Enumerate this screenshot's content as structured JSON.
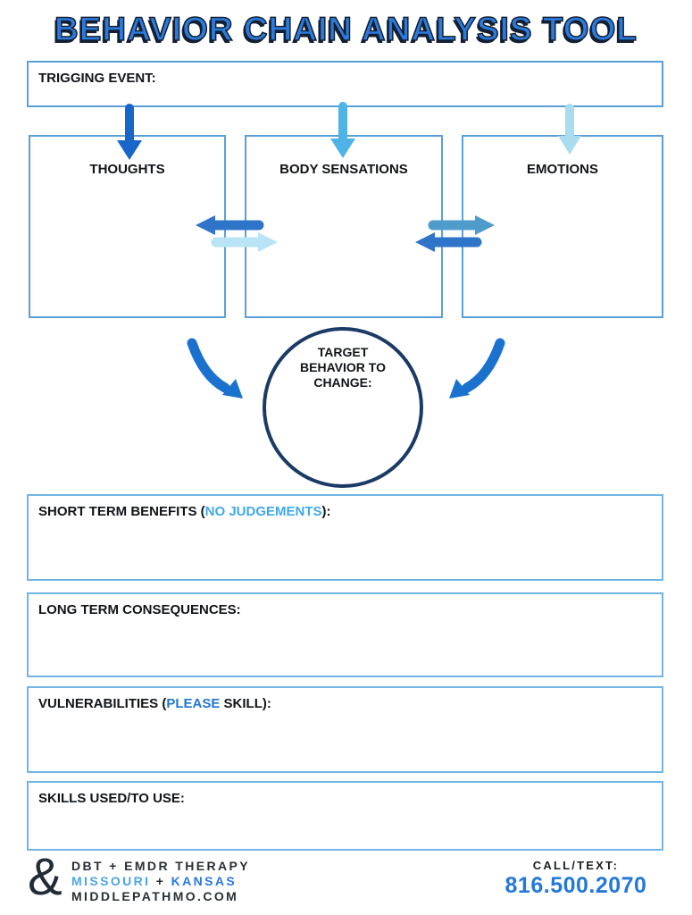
{
  "page": {
    "title": "BEHAVIOR CHAIN ANALYSIS TOOL"
  },
  "trigger": {
    "label": "TRIGGING EVENT:"
  },
  "columns": [
    {
      "label": "THOUGHTS"
    },
    {
      "label": "BODY SENSATIONS"
    },
    {
      "label": "EMOTIONS"
    }
  ],
  "target": {
    "label": "TARGET BEHAVIOR TO CHANGE:"
  },
  "fields": {
    "short_term": {
      "pre": "SHORT TERM BENEFITS (",
      "accent": "NO JUDGEMENTS",
      "post": "):"
    },
    "long_term": {
      "label": "LONG TERM CONSEQUENCES:"
    },
    "vulnerabilities": {
      "pre": "VULNERABILITIES (",
      "accent": "PLEASE",
      "post": " SKILL):"
    },
    "skills": {
      "label": "SKILLS USED/TO USE:"
    }
  },
  "footer": {
    "ampersand": "&",
    "line1": "DBT + EMDR THERAPY",
    "line2_part1": "MISSOURI",
    "line2_plus": "+",
    "line2_part2": "KANSAS",
    "line3": "MIDDLEPATHMO.COM",
    "call_text_label": "CALL/TEXT:",
    "phone": "816.500.2070"
  },
  "colors": {
    "title_fill": "#2b7bdc",
    "title_outline": "#141f31",
    "box_border_top": "#5c9fd8",
    "box_border_bottom": "#72b5e4",
    "circle_border": "#1b3a66",
    "down_arrow_dark": "#1766c8",
    "down_arrow_medium": "#4fb3e8",
    "down_arrow_light": "#aadcf0",
    "gap_arrow_blue": "#2e74c8",
    "gap_arrow_pale": "#b8e4f6",
    "gap_arrow_steel": "#4e9bcc",
    "curved_arrow": "#1b72ce",
    "accent_no_judgements": "#3fa9e8",
    "accent_please": "#2176d2",
    "phone_color": "#2478db"
  }
}
